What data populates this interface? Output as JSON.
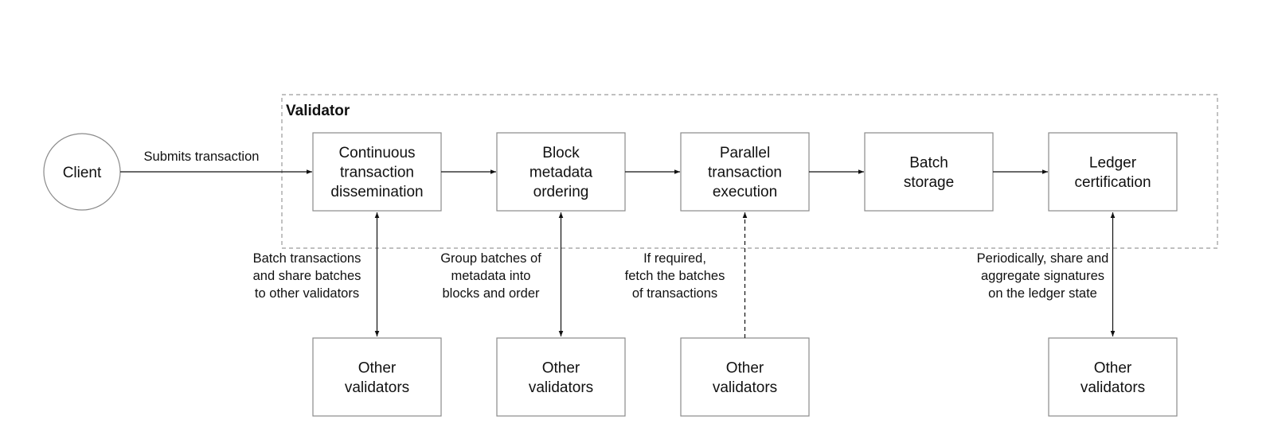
{
  "container": {
    "title": "Validator"
  },
  "client": {
    "label": "Client"
  },
  "edges": {
    "client_submit": "Submits transaction"
  },
  "pipeline": [
    {
      "id": "dissemination",
      "label": [
        "Continuous",
        "transaction",
        "dissemination"
      ]
    },
    {
      "id": "ordering",
      "label": [
        "Block",
        "metadata",
        "ordering"
      ]
    },
    {
      "id": "execution",
      "label": [
        "Parallel",
        "transaction",
        "execution"
      ]
    },
    {
      "id": "storage",
      "label": [
        "Batch",
        "storage"
      ]
    },
    {
      "id": "certification",
      "label": [
        "Ledger",
        "certification"
      ]
    }
  ],
  "peers": [
    {
      "stage": 0,
      "label": [
        "Other",
        "validators"
      ],
      "link": "bidirectional",
      "annotation": [
        "Batch transactions",
        "and share batches",
        "to other validators"
      ]
    },
    {
      "stage": 1,
      "label": [
        "Other",
        "validators"
      ],
      "link": "bidirectional",
      "annotation": [
        "Group batches of",
        "metadata into",
        "blocks and order"
      ]
    },
    {
      "stage": 2,
      "label": [
        "Other",
        "validators"
      ],
      "link": "dashed-to-stage",
      "annotation": [
        "If required,",
        "fetch the batches",
        "of transactions"
      ]
    },
    {
      "stage": 4,
      "label": [
        "Other",
        "validators"
      ],
      "link": "bidirectional",
      "annotation": [
        "Periodically, share and",
        "aggregate signatures",
        "on the ledger state"
      ]
    }
  ],
  "colors": {
    "box_border": "#8a8a8a",
    "container_border": "#9a9a9a",
    "arrow": "#111111"
  }
}
